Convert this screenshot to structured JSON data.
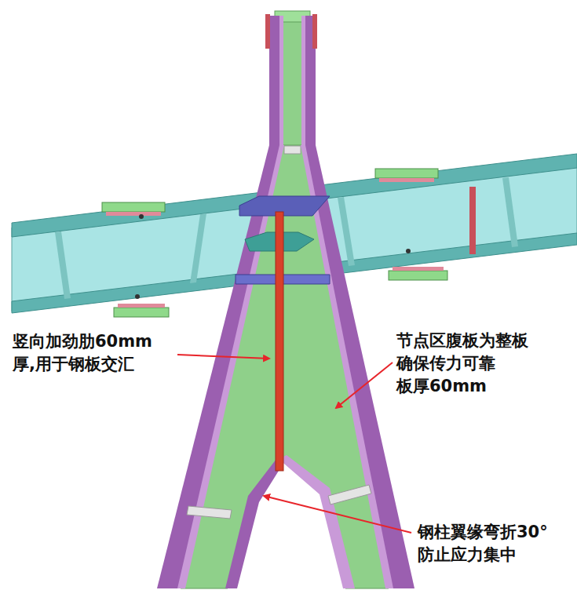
{
  "diagram": {
    "labels": [
      "竖向加劲肋60mm 厚,用于钢板交汇",
      "节点区腹板为整板 确保传力可靠 板厚60mm",
      "钢柱翼缘弯折30° 防止应力集中"
    ]
  }
}
